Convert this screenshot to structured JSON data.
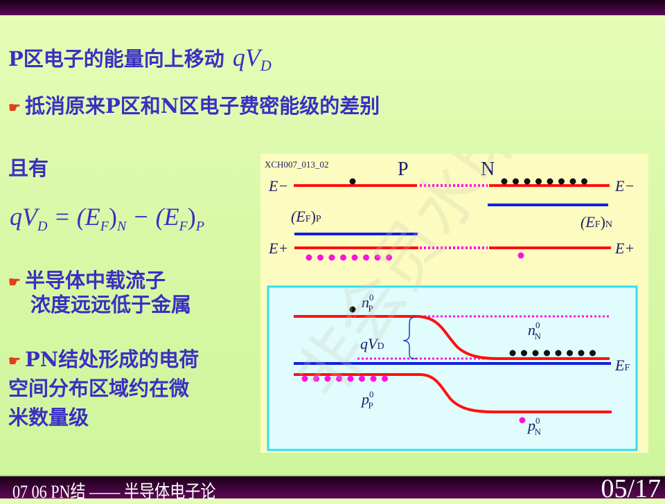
{
  "heading": {
    "text": "P区电子的能量向上移动",
    "formula_q": "qV",
    "formula_sub": "D"
  },
  "bullet1": "抵消原来P区和N区电子费密能级的差别",
  "also": "且有",
  "equation": {
    "lhs": "qV",
    "lhs_sub": "D",
    "eq": "= (E",
    "sub_f": "F",
    "sub_n": "N",
    "minus": "− (E",
    "sub_p": "P",
    "close": ")"
  },
  "bullet2": [
    "半导体中载流子",
    "浓度远远低于金属"
  ],
  "bullet3": [
    "PN结处形成的电荷",
    "空间分布区域约在微",
    "米数量级"
  ],
  "diagram": {
    "code": "XCH007_013_02",
    "p": "P",
    "n": "N",
    "e_minus": "E−",
    "e_plus": "E+",
    "ef_p": "(E",
    "ef_p_sub": "F",
    "ef_n_sub": "F",
    "qvd": "qV",
    "qvd_sub": "D",
    "ef": "E",
    "ef_sub": "F",
    "np": "n",
    "np_sup": "0",
    "np_sub": "P",
    "nn_sub": "N",
    "pp": "p",
    "pn_sub": "N"
  },
  "watermark": "非会员水印",
  "footer": {
    "course": "07 06 PN结 —— 半导体电子论",
    "page": "05/17"
  },
  "colors": {
    "band": "#ff1010",
    "fermi": "#1020e0",
    "hole": "#ff10e0",
    "text": "#3a2fc2"
  }
}
